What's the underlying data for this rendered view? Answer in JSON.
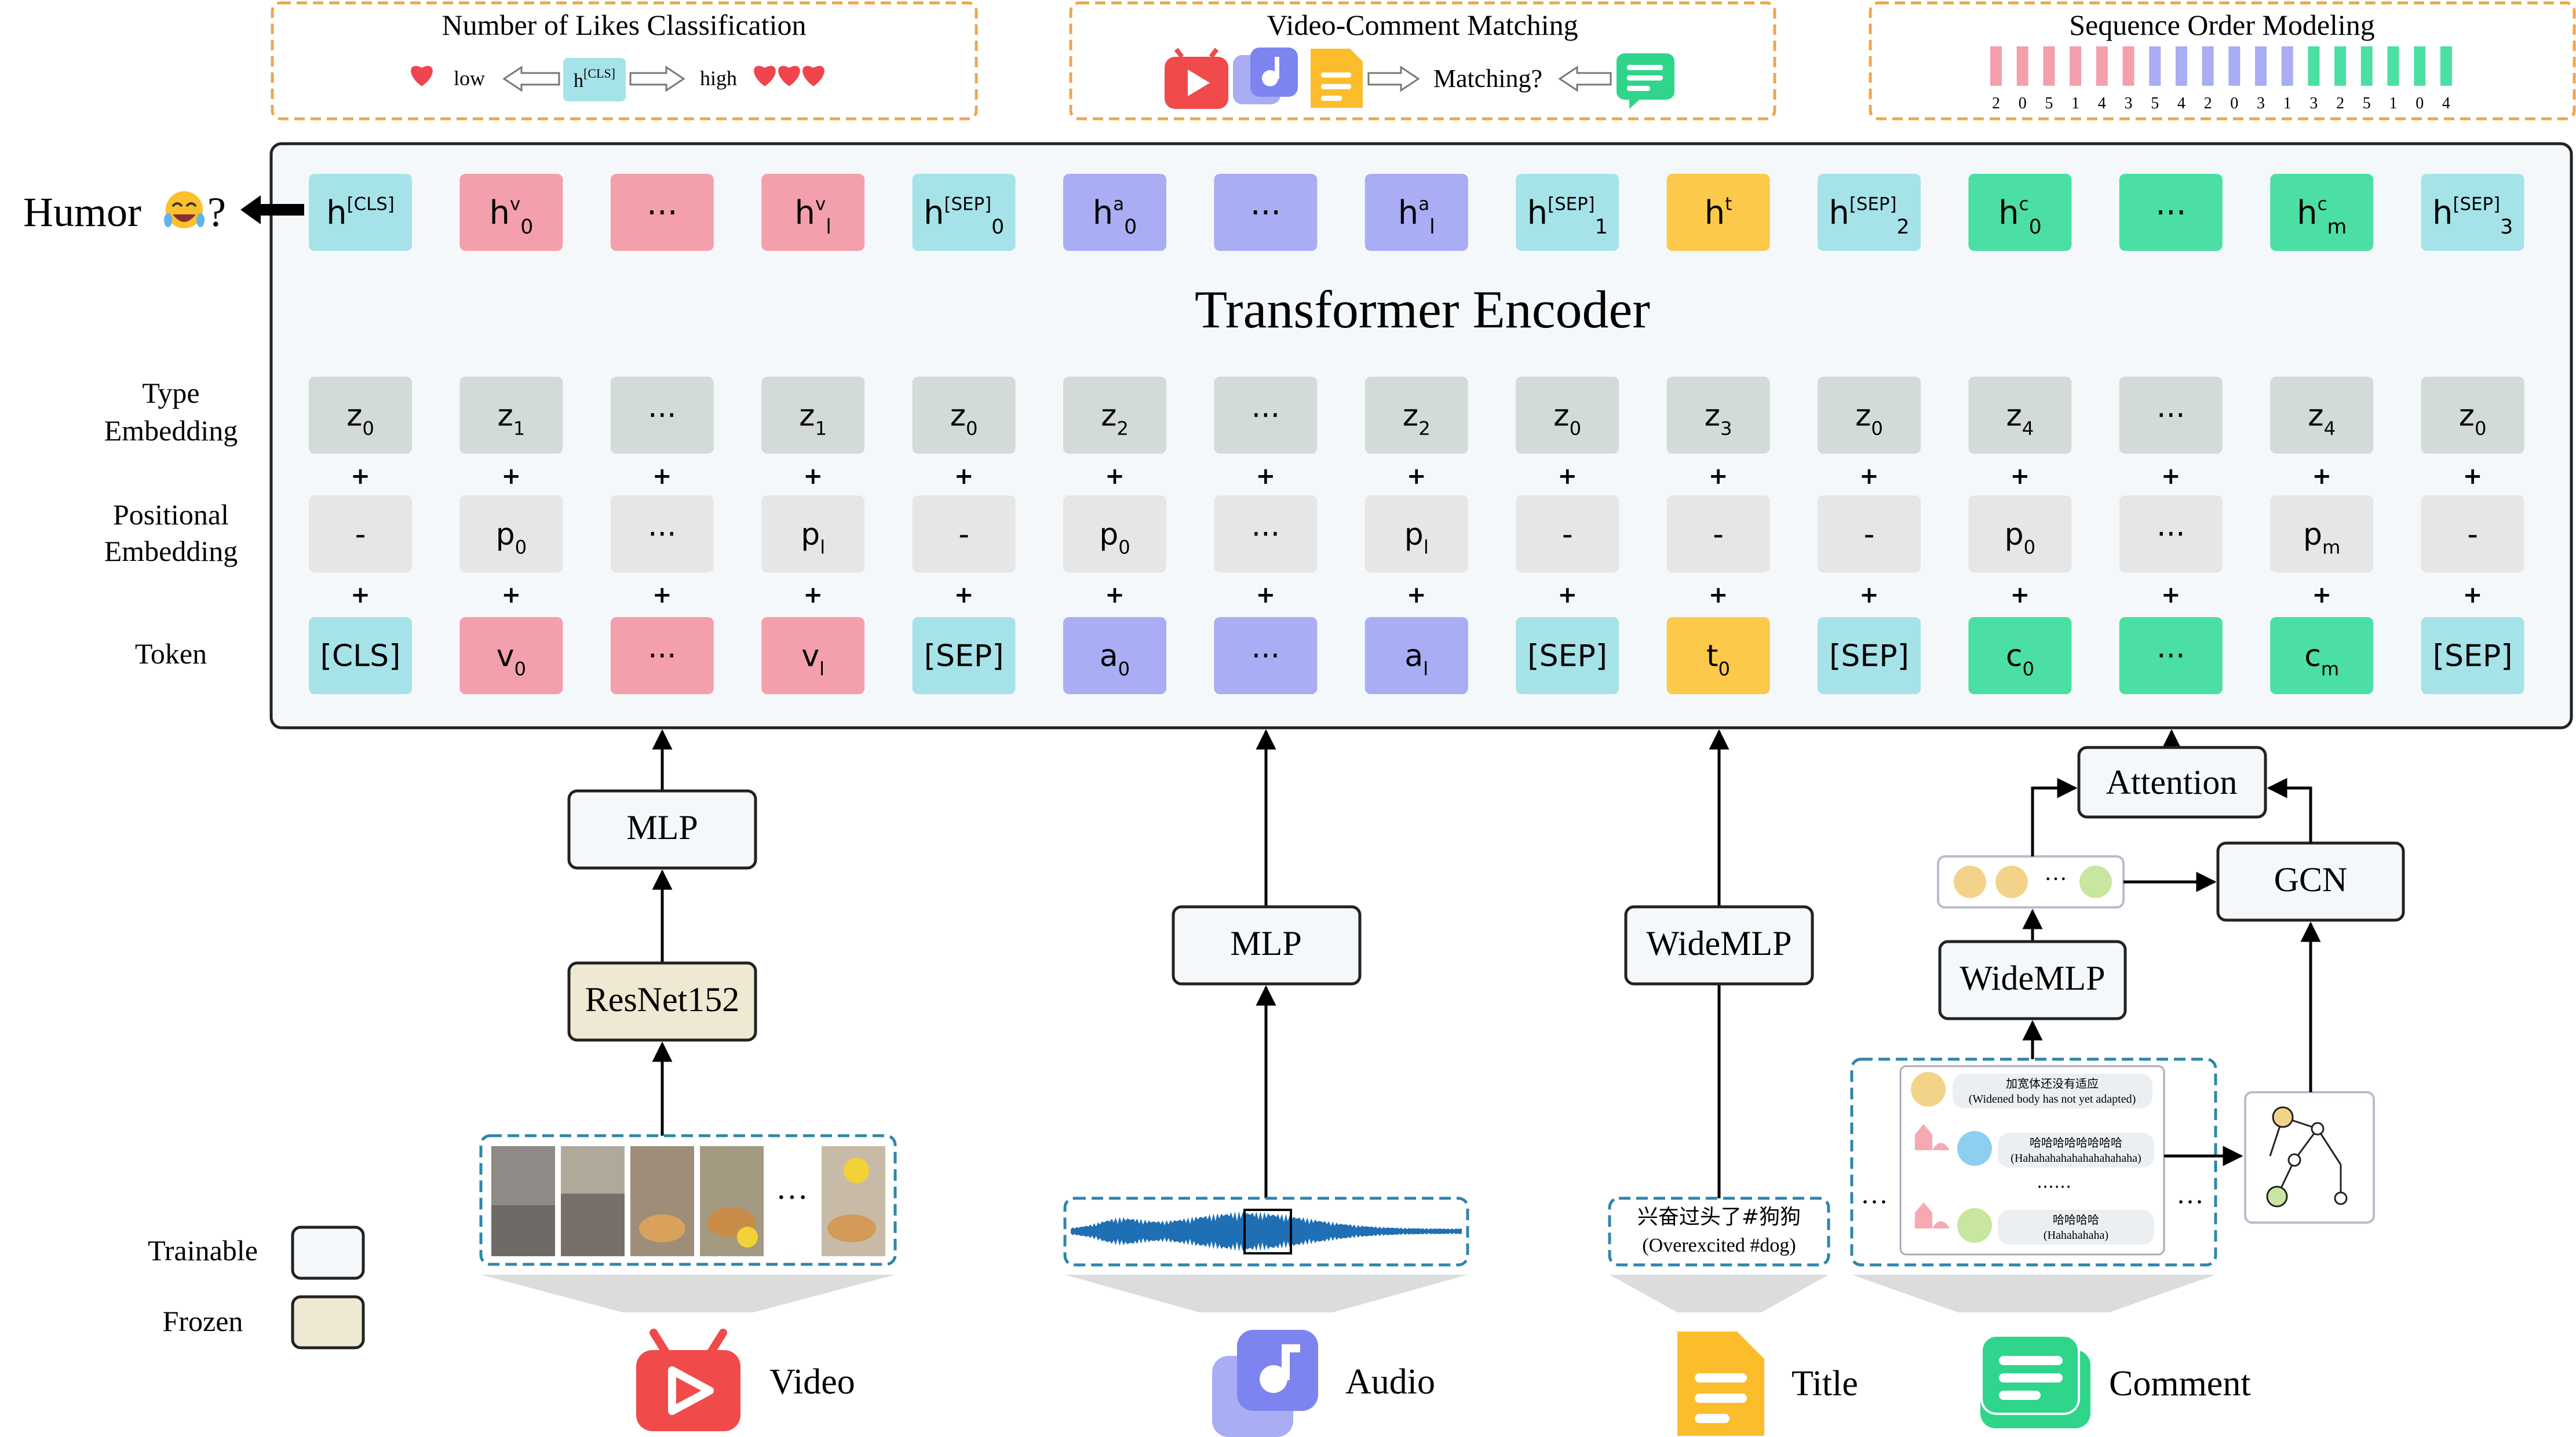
{
  "tasks": {
    "likes": {
      "title": "Number of Likes Classification",
      "low": "low",
      "high": "high",
      "token": "h",
      "token_sup": "[CLS]"
    },
    "matching": {
      "title": "Video-Comment Matching",
      "label": "Matching?"
    },
    "order": {
      "title": "Sequence Order Modeling",
      "digits": [
        "2",
        "0",
        "5",
        "1",
        "4",
        "3",
        "5",
        "4",
        "2",
        "0",
        "3",
        "1",
        "3",
        "2",
        "5",
        "1",
        "0",
        "4"
      ]
    }
  },
  "humor_label": "Humor",
  "humor_q": "?",
  "encoder_title": "Transformer Encoder",
  "row_labels": {
    "type": [
      "Type",
      "Embedding"
    ],
    "positional": [
      "Positional",
      "Embedding"
    ],
    "token": "Token"
  },
  "plus": "+",
  "columns": [
    {
      "group": "cls",
      "h": {
        "base": "h",
        "sup": "[CLS]",
        "sub": ""
      },
      "z": {
        "base": "z",
        "sub": "0"
      },
      "p": {
        "base": "-",
        "sub": ""
      },
      "t": {
        "base": "[CLS]",
        "sub": ""
      }
    },
    {
      "group": "video",
      "h": {
        "base": "h",
        "sup": "v",
        "sub": "0"
      },
      "z": {
        "base": "z",
        "sub": "1"
      },
      "p": {
        "base": "p",
        "sub": "0"
      },
      "t": {
        "base": "v",
        "sub": "0"
      }
    },
    {
      "group": "video",
      "h": {
        "base": "···",
        "sup": "",
        "sub": ""
      },
      "z": {
        "base": "···",
        "sub": ""
      },
      "p": {
        "base": "···",
        "sub": ""
      },
      "t": {
        "base": "···",
        "sub": ""
      }
    },
    {
      "group": "video",
      "h": {
        "base": "h",
        "sup": "v",
        "sub": "l"
      },
      "z": {
        "base": "z",
        "sub": "1"
      },
      "p": {
        "base": "p",
        "sub": "l"
      },
      "t": {
        "base": "v",
        "sub": "l"
      }
    },
    {
      "group": "cls",
      "h": {
        "base": "h",
        "sup": "[SEP]",
        "sub": "0"
      },
      "z": {
        "base": "z",
        "sub": "0"
      },
      "p": {
        "base": "-",
        "sub": ""
      },
      "t": {
        "base": "[SEP]",
        "sub": ""
      }
    },
    {
      "group": "audio",
      "h": {
        "base": "h",
        "sup": "a",
        "sub": "0"
      },
      "z": {
        "base": "z",
        "sub": "2"
      },
      "p": {
        "base": "p",
        "sub": "0"
      },
      "t": {
        "base": "a",
        "sub": "0"
      }
    },
    {
      "group": "audio",
      "h": {
        "base": "···",
        "sup": "",
        "sub": ""
      },
      "z": {
        "base": "···",
        "sub": ""
      },
      "p": {
        "base": "···",
        "sub": ""
      },
      "t": {
        "base": "···",
        "sub": ""
      }
    },
    {
      "group": "audio",
      "h": {
        "base": "h",
        "sup": "a",
        "sub": "l"
      },
      "z": {
        "base": "z",
        "sub": "2"
      },
      "p": {
        "base": "p",
        "sub": "l"
      },
      "t": {
        "base": "a",
        "sub": "l"
      }
    },
    {
      "group": "cls",
      "h": {
        "base": "h",
        "sup": "[SEP]",
        "sub": "1"
      },
      "z": {
        "base": "z",
        "sub": "0"
      },
      "p": {
        "base": "-",
        "sub": ""
      },
      "t": {
        "base": "[SEP]",
        "sub": ""
      }
    },
    {
      "group": "title",
      "h": {
        "base": "h",
        "sup": "t",
        "sub": ""
      },
      "z": {
        "base": "z",
        "sub": "3"
      },
      "p": {
        "base": "-",
        "sub": ""
      },
      "t": {
        "base": "t",
        "sub": "0"
      }
    },
    {
      "group": "cls",
      "h": {
        "base": "h",
        "sup": "[SEP]",
        "sub": "2"
      },
      "z": {
        "base": "z",
        "sub": "0"
      },
      "p": {
        "base": "-",
        "sub": ""
      },
      "t": {
        "base": "[SEP]",
        "sub": ""
      }
    },
    {
      "group": "comment",
      "h": {
        "base": "h",
        "sup": "c",
        "sub": "0"
      },
      "z": {
        "base": "z",
        "sub": "4"
      },
      "p": {
        "base": "p",
        "sub": "0"
      },
      "t": {
        "base": "c",
        "sub": "0"
      }
    },
    {
      "group": "comment",
      "h": {
        "base": "···",
        "sup": "",
        "sub": ""
      },
      "z": {
        "base": "···",
        "sub": ""
      },
      "p": {
        "base": "···",
        "sub": ""
      },
      "t": {
        "base": "···",
        "sub": ""
      }
    },
    {
      "group": "comment",
      "h": {
        "base": "h",
        "sup": "c",
        "sub": "m"
      },
      "z": {
        "base": "z",
        "sub": "4"
      },
      "p": {
        "base": "p",
        "sub": "m"
      },
      "t": {
        "base": "c",
        "sub": "m"
      }
    },
    {
      "group": "cls",
      "h": {
        "base": "h",
        "sup": "[SEP]",
        "sub": "3"
      },
      "z": {
        "base": "z",
        "sub": "0"
      },
      "p": {
        "base": "-",
        "sub": ""
      },
      "t": {
        "base": "[SEP]",
        "sub": ""
      }
    }
  ],
  "modules": {
    "video_mlp": "MLP",
    "resnet": "ResNet152",
    "audio_mlp": "MLP",
    "title_widemlp": "WideMLP",
    "comment_widemlp": "WideMLP",
    "attention": "Attention",
    "gcn": "GCN"
  },
  "title_text": {
    "zh": "兴奋过头了#狗狗",
    "en": "(Overexcited #dog)"
  },
  "comments": [
    {
      "zh": "加宽体还没有适应",
      "en": "(Widened body has not yet adapted)"
    },
    {
      "zh": "哈哈哈哈哈哈哈哈",
      "en": "(Hahahahahahahahahahaha)"
    },
    {
      "zh": "哈哈哈哈",
      "en": "(Hahahahaha)"
    }
  ],
  "comment_dots": "……",
  "ellipsis": "···",
  "modalities": {
    "video": "Video",
    "audio": "Audio",
    "title": "Title",
    "comment": "Comment"
  },
  "legend": {
    "trainable": "Trainable",
    "frozen": "Frozen"
  },
  "colors": {
    "cls": "#a6e3e9",
    "video": "#f4a0ac",
    "audio": "#a9adf3",
    "title": "#fcc94a",
    "comment": "#4cdfa3",
    "gray": "#d3dbd8",
    "gray_light": "#e6e6e6",
    "encoder_bg": "#f5f8fa",
    "frozen": "#efe8d2",
    "task_border": "#f0a54b",
    "dashed_blue": "#2e86ab",
    "red_icon": "#f04a4a",
    "purple_icon": "#7d84f0",
    "yellow_icon": "#fbbd2c",
    "green_icon": "#2ed58a"
  }
}
